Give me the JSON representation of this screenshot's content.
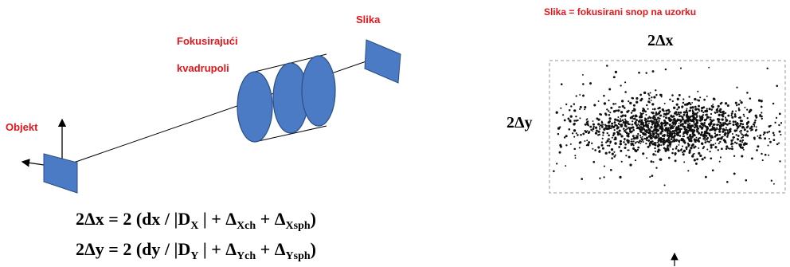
{
  "left": {
    "label_objekt": "Objekt",
    "label_fokusirajuci": "Fokusirajući",
    "label_kvadrupoli": "kvadrupoli",
    "label_slika": "Slika",
    "colors": {
      "element_fill": "#4a7bc4",
      "element_stroke": "#2b4e86",
      "label": "#e8141c"
    }
  },
  "formulas": {
    "x": {
      "lhs": "2Δx = 2 (dx / |D",
      "d_sub": "X",
      "mid1": " | + Δ",
      "ch_sub": "Xch",
      "mid2": " + Δ",
      "sph_sub": "Xsph",
      "end": ")"
    },
    "y": {
      "lhs": "2Δy = 2 (dy / |D",
      "d_sub": "Y",
      "mid1": " | + Δ",
      "ch_sub": "Ych",
      "mid2": " + Δ",
      "sph_sub": "Ysph",
      "end": ")"
    }
  },
  "right": {
    "title": "Slika = fokusirani snop na uzorku",
    "label_2dx": "2Δx",
    "label_2dy": "2Δy"
  }
}
